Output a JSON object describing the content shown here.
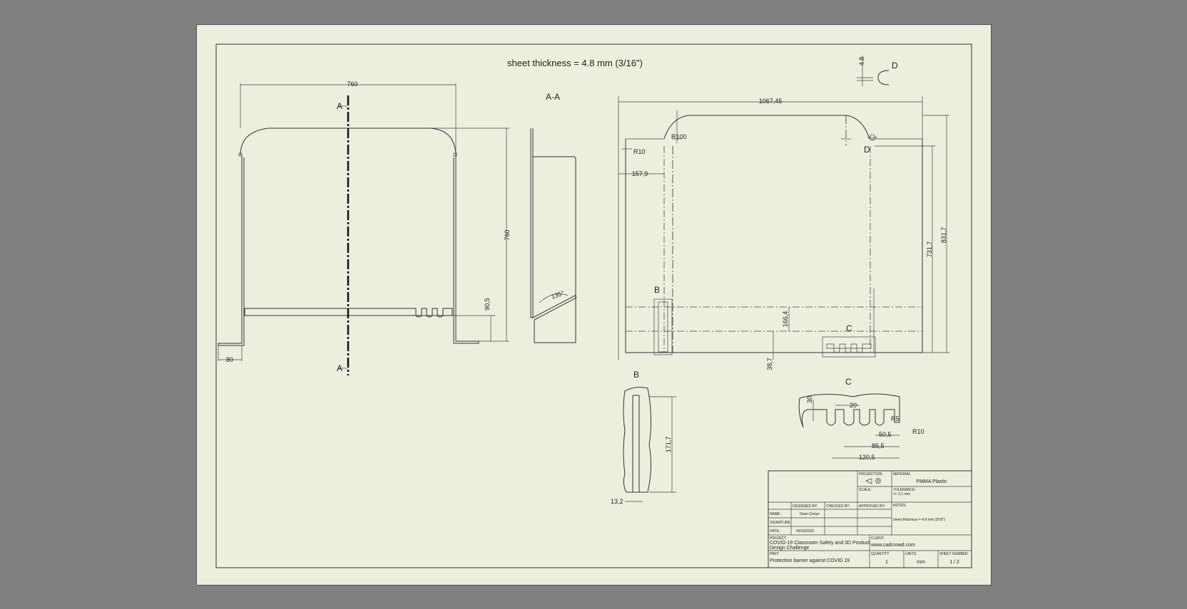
{
  "drawing": {
    "sheet_note": "sheet thickness = 4.8 mm (3/16\")",
    "section_label": "A-A",
    "cut_marker": "A",
    "detail_b": "B",
    "detail_c": "C",
    "detail_d": "D",
    "dims": {
      "front_width": "760",
      "front_height": "760",
      "foot_80": "80",
      "ledge_90_5": "90,5",
      "angle_135": "135°",
      "flat_width": "1067,45",
      "r10": "R10",
      "r100": "R100",
      "d_157_9": "157,9",
      "h_731_7": "731,7",
      "h_831_7": "831,7",
      "h_166_4": "166,4",
      "h_38_7": "38,7",
      "t_4_8": "4.8",
      "b_171_7": "171,7",
      "b_13_2": "13,2",
      "c_30": "30",
      "c_20": "20",
      "c_r5": "R5",
      "c_r10": "R10",
      "c_50_5": "50,5",
      "c_85_5": "85,5",
      "c_120_5": "120,5"
    }
  },
  "title_block": {
    "projection_label": "PROJECTION:",
    "scale_label": "SCALE:",
    "material_label": "MATERIAL",
    "material_value": "PMMA Plastic",
    "tolerance_label": "TOLERANCE:",
    "tolerance_value": "+/- 0,1 mm",
    "notes_label": "NOTES:",
    "notes_value": "sheet thickness = 4.8 mm (3/16\")",
    "designed_by_label": "DESIGNED BY:",
    "checked_by_label": "CHECKED BY:",
    "approved_by_label": "APPROVED BY:",
    "name_label": "NAME:",
    "name_value": "Dean Cenye",
    "signature_label": "SIGNATURE",
    "date_label": "DATE:",
    "date_value": "09/16/2020",
    "project_label": "PROJECT:",
    "project_value_1": "COVID-19 Classroom Safety and 3D Product",
    "project_value_2": "Design Challenge",
    "client_label": "CLIENT:",
    "client_value": "www.cadcrowd.com",
    "part_label": "PART",
    "part_value": "Protection barrier against COVID 19",
    "quantity_label": "QUANTITY",
    "quantity_value": "1",
    "units_label": "UNITS:",
    "units_value": "mm",
    "sheet_number_label": "SHEET NUMBER:",
    "sheet_number_value": "1 / 2"
  }
}
